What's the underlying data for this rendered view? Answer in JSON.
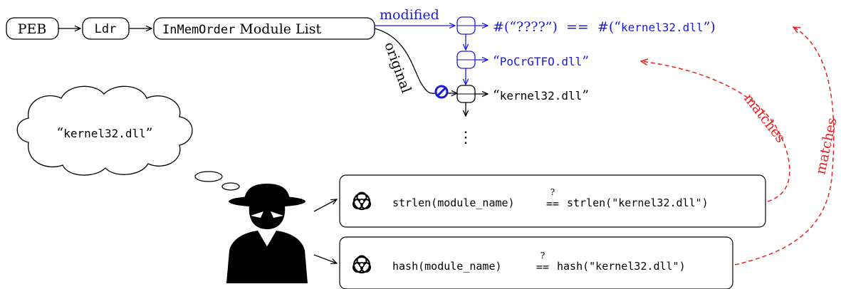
{
  "chain": {
    "peb": "PEB",
    "ldr": "Ldr",
    "list_mono": "InMemOrder",
    "list_rest": " Module List"
  },
  "branches": {
    "modified": "modified",
    "original": "original"
  },
  "entries": {
    "fake_prefix": "#(“????”)  ==  #(“",
    "fake_dll": "kernel32.dll",
    "fake_suffix": "”)",
    "pocr_open": "“",
    "pocr_dll": "PoCrGTFO.dll",
    "pocr_close": "”",
    "k32_open": "“",
    "k32_dll": "kernel32.dll",
    "k32_close": "”",
    "ellipsis": "⋮"
  },
  "thought": {
    "open": "“",
    "dll": "kernel32.dll",
    "close": "”"
  },
  "checks": {
    "strlen_left": "strlen(module_name)",
    "strlen_right": "strlen(\"kernel32.dll\")",
    "hash_left": "hash(module_name)",
    "hash_right": "hash(\"kernel32.dll\")",
    "question": "?",
    "equals": "=="
  },
  "matches": {
    "label1": "matches",
    "label2": "matches"
  },
  "icons": {
    "attacker": "spy-icon",
    "check": "biohazard-icon",
    "blocked": "prohibited-icon"
  },
  "colors": {
    "modified": "#1a1adf",
    "match": "#e82020",
    "ink": "#000000"
  }
}
